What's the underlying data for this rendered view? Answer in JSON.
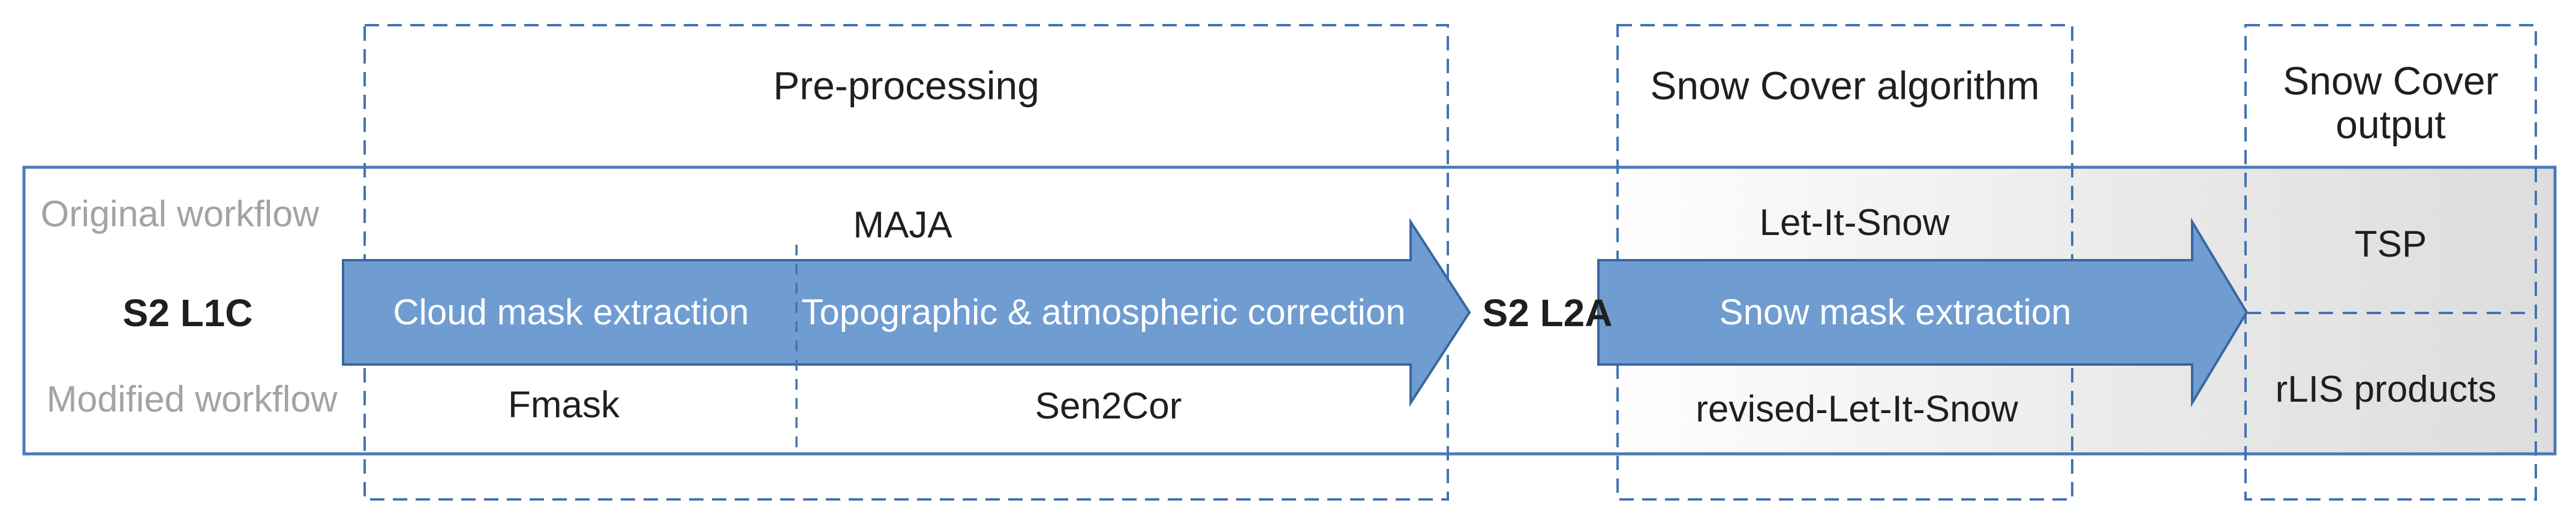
{
  "diagram": {
    "stages": [
      {
        "title": "Pre-processing"
      },
      {
        "title": "Snow Cover algorithm"
      },
      {
        "title_line1": "Snow Cover",
        "title_line2": "output"
      }
    ],
    "rows": {
      "original_label": "Original workflow",
      "modified_label": "Modified workflow"
    },
    "products": {
      "input": "S2 L1C",
      "intermediate": "S2 L2A"
    },
    "arrow1": {
      "segment1": "Cloud mask extraction",
      "segment2": "Topographic & atmospheric correction"
    },
    "arrow2": {
      "segment1": "Snow mask extraction"
    },
    "original_tools": {
      "pre_processing": "MAJA",
      "snow_algorithm": "Let-It-Snow",
      "output": "TSP"
    },
    "modified_tools": {
      "cloud_mask": "Fmask",
      "correction": "Sen2Cor",
      "snow_algorithm": "revised-Let-It-Snow",
      "output": "rLIS products"
    },
    "colors": {
      "arrow_fill": "#6f9cd1",
      "arrow_border": "#38669f",
      "dashed_border": "#4473b3",
      "band_border": "#4a7ab8",
      "band_gradient_end": "#dddddd",
      "gray_text": "#a3a3a3",
      "dark_text": "#1f1f1f",
      "arrow_text": "#ffffff"
    }
  }
}
